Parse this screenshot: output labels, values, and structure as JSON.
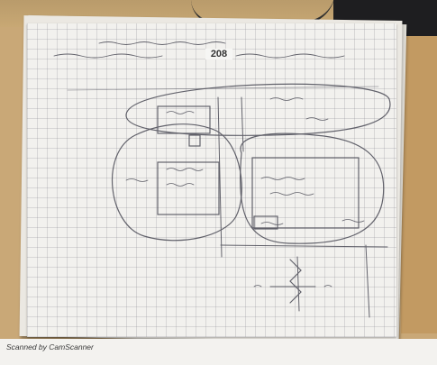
{
  "document": {
    "page_number": "208",
    "footer_text": "Scanned by CamScanner"
  },
  "colors": {
    "desk": "#c9a877",
    "paper": "#f2f1ee",
    "ink": "#4a4a55",
    "grid": "#8a8a94"
  },
  "icons": {
    "cable": "power-cable",
    "device": "laptop-corner"
  }
}
